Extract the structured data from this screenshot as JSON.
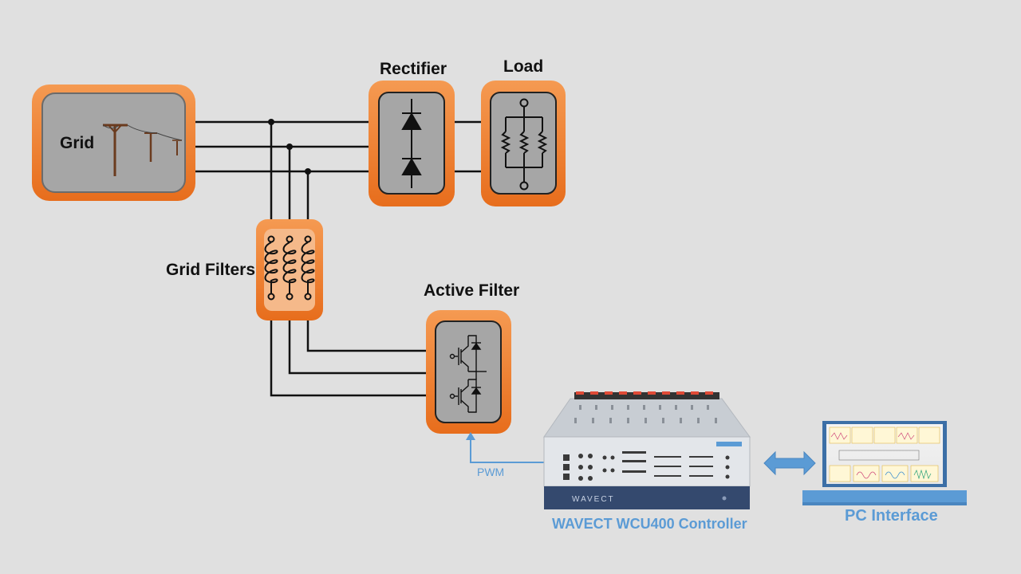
{
  "labels": {
    "grid": "Grid",
    "rectifier": "Rectifier",
    "load": "Load",
    "grid_filters": "Grid Filters",
    "active_filter": "Active Filter",
    "pwm": "PWM",
    "controller": "WAVECT WCU400 Controller",
    "pc_interface": "PC Interface",
    "device_brand": "WAVECT"
  },
  "colors": {
    "background": "#e0e0e0",
    "block_orange": "#f07c2c",
    "block_inner": "#a6a6a6",
    "filter_inner": "#f5b98a",
    "wire": "#111111",
    "link_blue": "#5b9bd5",
    "device_body": "#d4d8dd",
    "device_base": "#34496e"
  }
}
